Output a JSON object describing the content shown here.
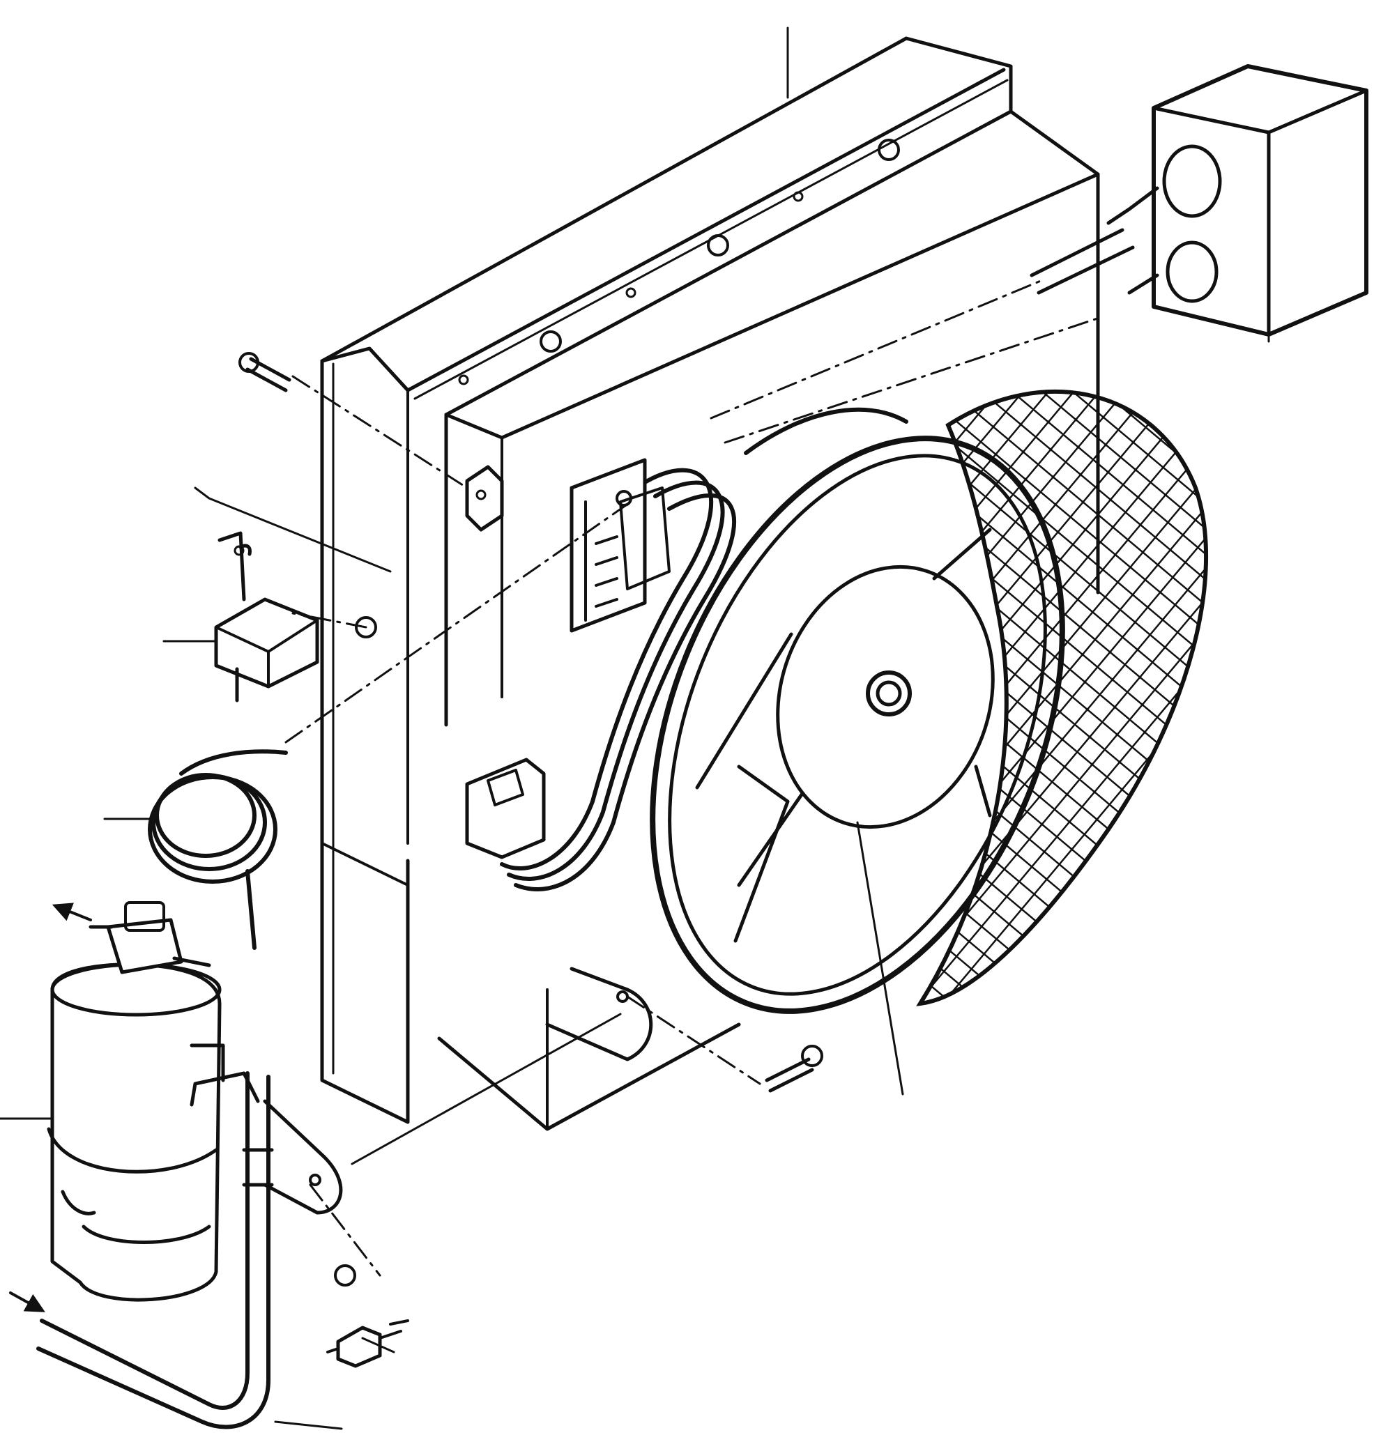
{
  "figure": {
    "kind": "exploded technical line drawing",
    "colors": {
      "ink": "#111111",
      "paper": "#ffffff"
    },
    "parts": [
      "condenser-core",
      "shroud-plate",
      "fan-motor",
      "fan-guard",
      "relay",
      "capillary-coil",
      "receiver-drier",
      "pressure-switch",
      "junction-box",
      "terminal-strip",
      "connector-plug",
      "mounting-bracket",
      "hose",
      "bolts-nuts"
    ],
    "leader_lines": 10,
    "flow_arrows": 2
  }
}
